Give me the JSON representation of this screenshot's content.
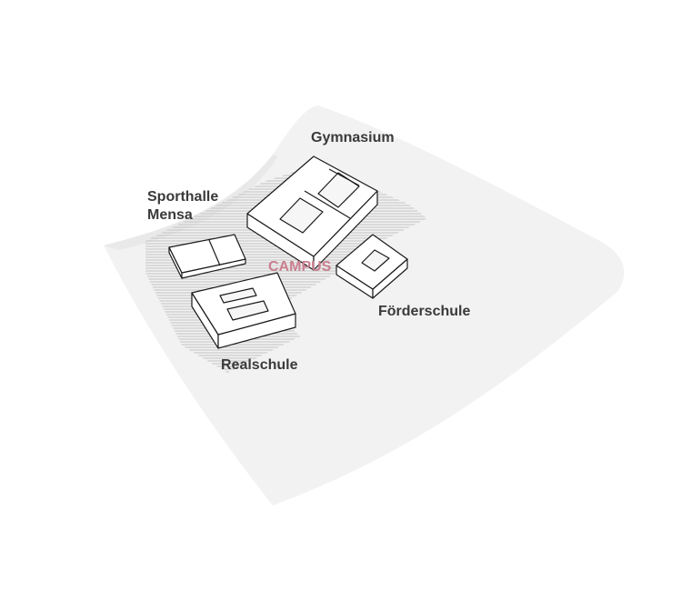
{
  "labels": {
    "gymnasium": "Gymnasium",
    "sporthalle": "Sporthalle",
    "mensa": "Mensa",
    "campus": "CAMPUS",
    "foerderschule": "Förderschule",
    "realschule": "Realschule"
  },
  "colors": {
    "site": "#f2f2f2",
    "hatch": "#b8b8b8",
    "building": "#ffffff",
    "outline": "#1a1a1a",
    "campus": "#c97f8f",
    "label": "#3a3a3a"
  }
}
